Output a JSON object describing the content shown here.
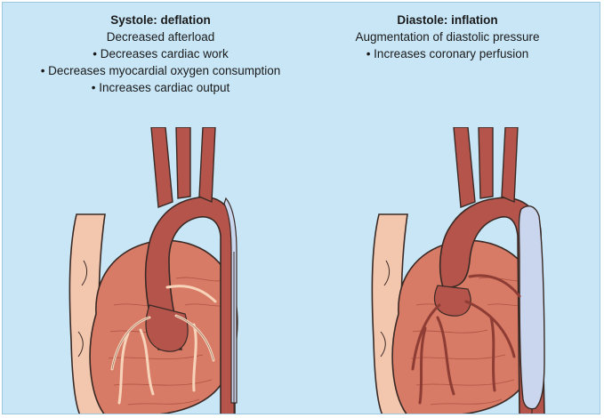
{
  "panels": [
    {
      "title": "Systole: deflation",
      "subtitle": "Decreased afterload",
      "bullets": [
        "• Decreases cardiac work",
        "• Decreases myocardial oxygen consumption",
        "• Increases cardiac output"
      ],
      "balloon_state": "deflated"
    },
    {
      "title": "Diastole: inflation",
      "subtitle": "Augmentation of diastolic pressure",
      "bullets": [
        "• Increases coronary perfusion"
      ],
      "balloon_state": "inflated"
    }
  ],
  "colors": {
    "background": "#c8e6f6",
    "myocardium": "#d77a66",
    "aorta": "#b4544b",
    "vena_cava": "#f3c6ae",
    "balloon": "#c9d6ee",
    "coronary_systole": "#f6d3b9",
    "coronary_diastole": "#8e3d35"
  }
}
